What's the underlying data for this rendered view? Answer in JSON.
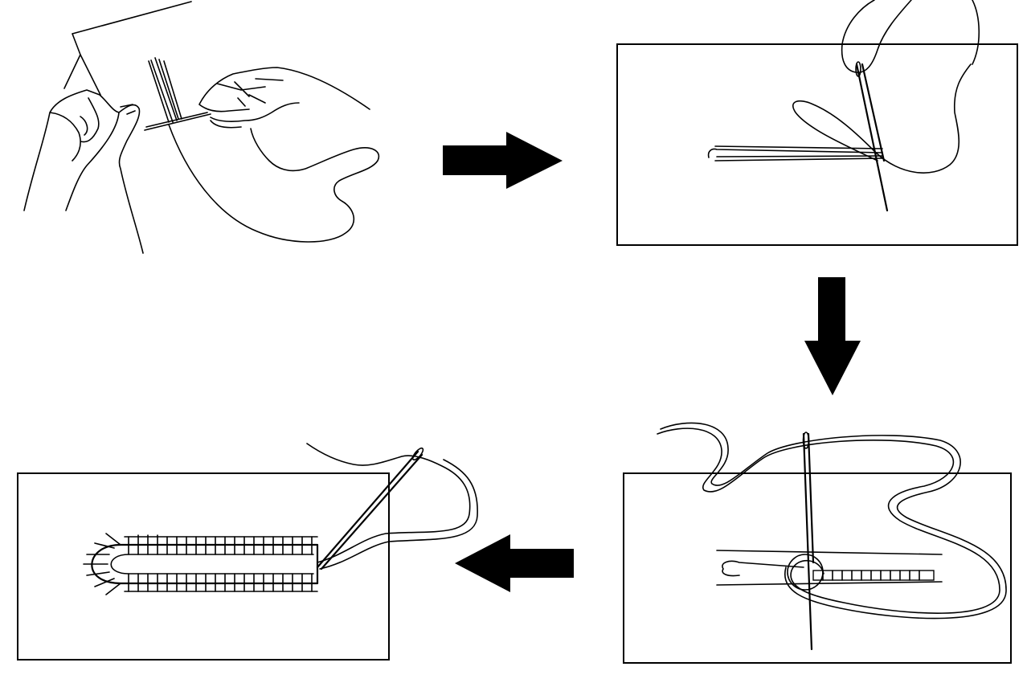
{
  "diagram": {
    "steps": [
      {
        "id": 1,
        "name": "thread-needle-by-hand"
      },
      {
        "id": 2,
        "name": "insert-needle-into-fabric"
      },
      {
        "id": 3,
        "name": "loop-thread-around-needle"
      },
      {
        "id": 4,
        "name": "finished-buttonhole-stitch"
      }
    ],
    "arrows": [
      {
        "from": 1,
        "to": 2,
        "direction": "right"
      },
      {
        "from": 2,
        "to": 3,
        "direction": "down"
      },
      {
        "from": 3,
        "to": 4,
        "direction": "left"
      }
    ],
    "colors": {
      "ink": "#000000",
      "background": "#ffffff"
    }
  }
}
